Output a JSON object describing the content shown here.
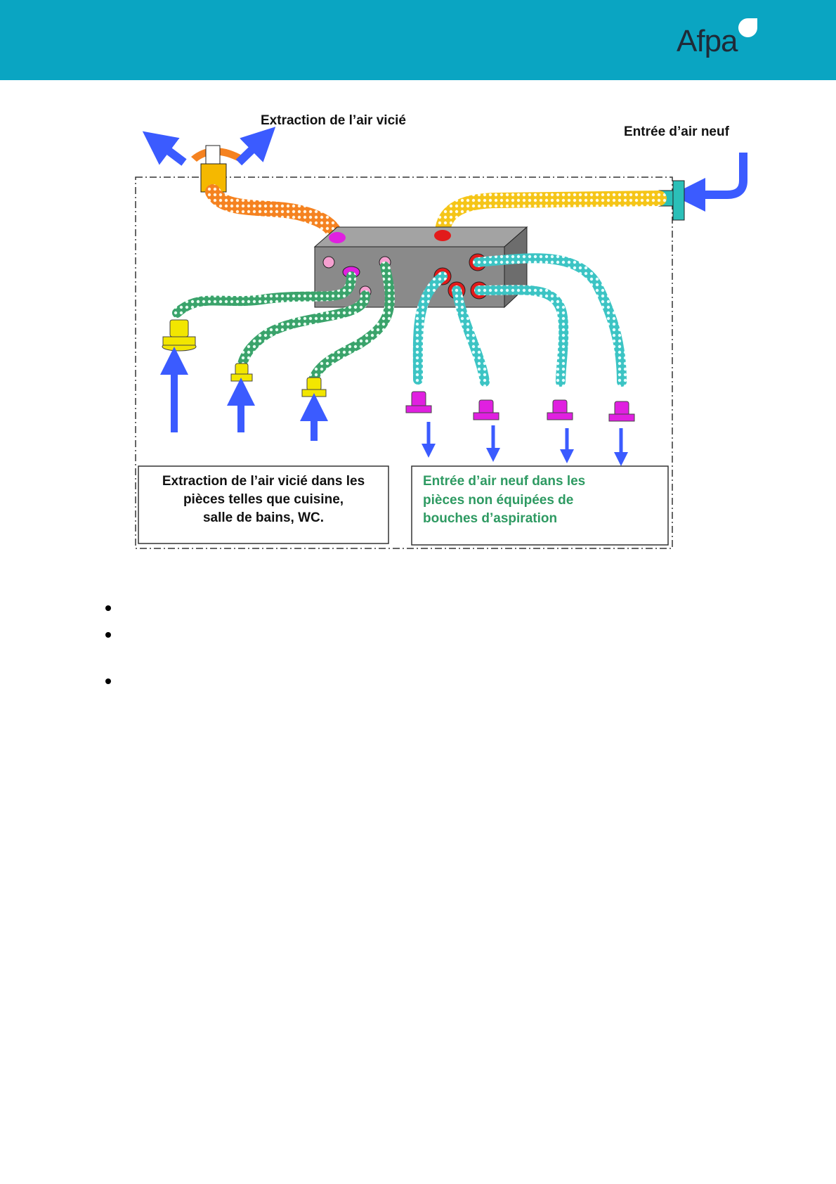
{
  "header": {
    "brand": "Afpa",
    "brand_color": "#0aa5c2"
  },
  "diagram": {
    "label_top_extraction": "Extraction de l’air vicié",
    "label_top_intake": "Entrée d’air neuf",
    "box_left_lines": [
      "Extraction de l’air vicié dans les",
      "pièces telles que cuisine,",
      "salle de bains, WC."
    ],
    "box_right_lines": [
      "Entrée d’air neuf dans les",
      "pièces non équipées de",
      "bouches d’aspiration"
    ],
    "colors": {
      "extraction_duct": "#f58220",
      "intake_duct": "#f5c518",
      "room_extract_duct": "#3aa36b",
      "room_supply_duct": "#3cc4c4",
      "arrow": "#3b5bff",
      "unit_box": "#8a8a8a",
      "right_text": "#2e9a62"
    }
  },
  "bullets": [
    "",
    "",
    ""
  ]
}
